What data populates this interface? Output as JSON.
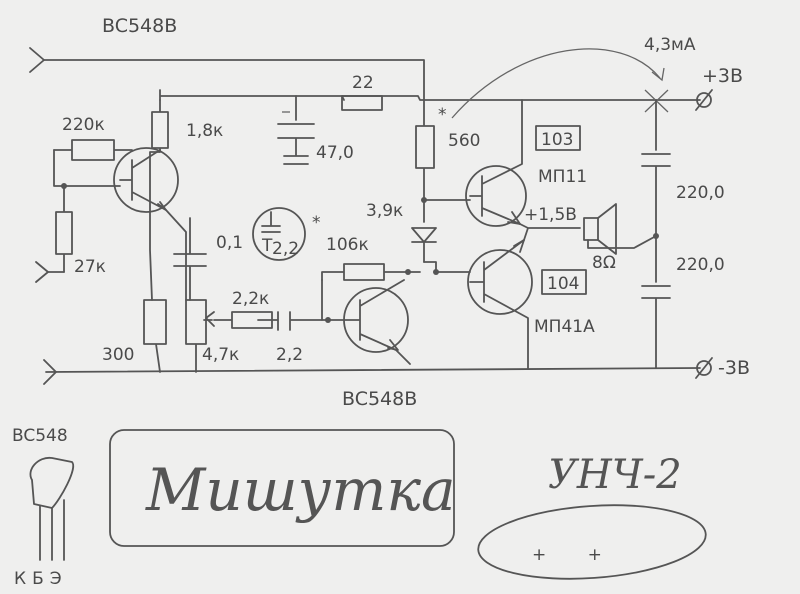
{
  "transistors": {
    "top_label": "BC548B",
    "bottom_label": "BC548B",
    "pinout_label": "BC548",
    "pin_letters": "КБЭ",
    "vt3_code": "103",
    "vt3_type": "МП11",
    "vt4_code": "104",
    "vt4_type": "МП41А"
  },
  "resistors": {
    "r220k": "220к",
    "r27k": "27к",
    "r1_8k": "1,8к",
    "r22": "22",
    "r560": "560",
    "r3_9k": "3,9к",
    "r106k": "106к",
    "r2_2k": "2,2к",
    "r300": "300",
    "r4_7k": "4,7к"
  },
  "capacitors": {
    "c47": "47,0",
    "c0_1": "0,1",
    "c2_2": "2,2",
    "c220_top": "220,0",
    "c220_bottom": "220,0",
    "badge_value": "2,2",
    "badge_prefix": "T"
  },
  "supply": {
    "current": "4,3мА",
    "plus": "+3В",
    "minus": "-3В",
    "bias_voltage": "+1,5В",
    "speaker_ohms": "8Ω",
    "star": "*"
  },
  "title_box": {
    "name": "Мишутка",
    "model": "УНЧ-2",
    "marks": "+ +"
  }
}
